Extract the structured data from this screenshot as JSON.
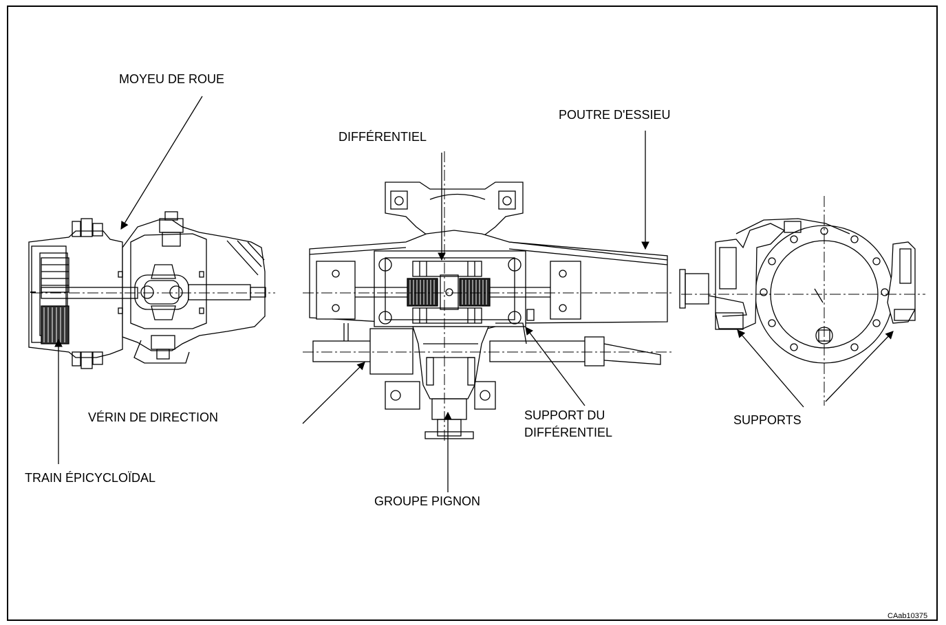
{
  "labels": {
    "moyeu": "MOYEU DE ROUE",
    "poutre": "POUTRE D'ESSIEU",
    "differentiel": "DIFFÉRENTIEL",
    "verin": "VÉRIN DE DIRECTION",
    "support_diff_1": "SUPPORT DU",
    "support_diff_2": "DIFFÉRENTIEL",
    "supports": "SUPPORTS",
    "train": "TRAIN ÉPICYCLOÏDAL",
    "groupe": "GROUPE PIGNON"
  },
  "figure_id": "CAab10375",
  "colors": {
    "ink": "#000000",
    "paper": "#ffffff"
  }
}
